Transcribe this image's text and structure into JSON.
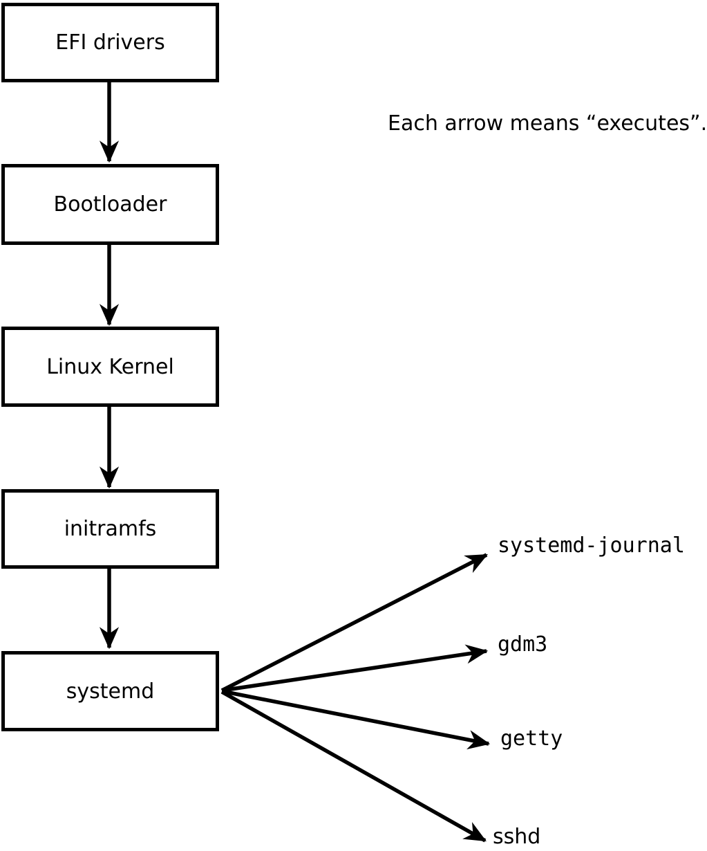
{
  "canvas": {
    "background": "#ffffff",
    "foreground": "#000000"
  },
  "note": {
    "text": "Each arrow means “executes”."
  },
  "chain": [
    {
      "id": "efi-drivers",
      "label": "EFI drivers"
    },
    {
      "id": "bootloader",
      "label": "Bootloader"
    },
    {
      "id": "linux-kernel",
      "label": "Linux Kernel"
    },
    {
      "id": "initramfs",
      "label": "initramfs"
    },
    {
      "id": "systemd",
      "label": "systemd"
    }
  ],
  "spawned_processes": [
    {
      "id": "systemd-journal",
      "label": "systemd-journal"
    },
    {
      "id": "gdm3",
      "label": "gdm3"
    },
    {
      "id": "getty",
      "label": "getty"
    },
    {
      "id": "sshd",
      "label": "sshd"
    }
  ]
}
